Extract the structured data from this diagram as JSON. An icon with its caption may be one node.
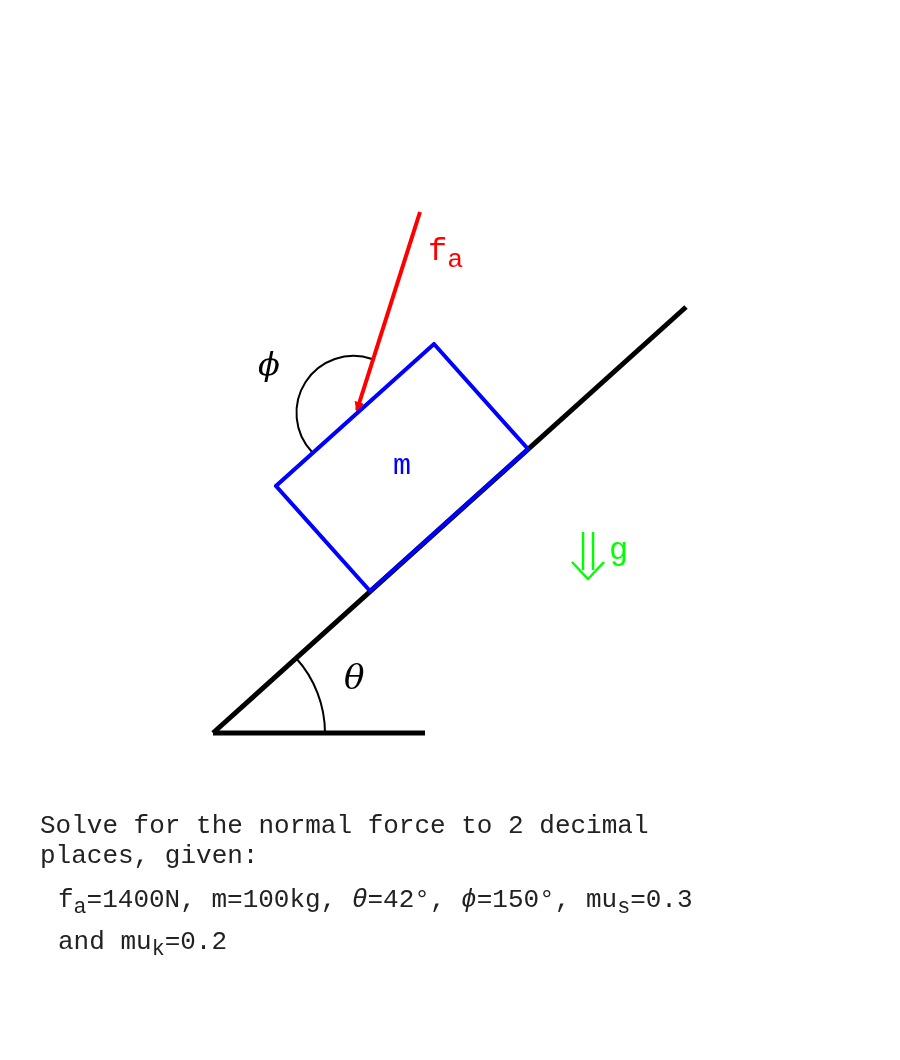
{
  "diagram": {
    "nodes": [
      {
        "text": [
          "m"
        ]
      }
    ],
    "labels": [
      "f$_{a}$",
      "ϕ",
      "g",
      "θ",
      "Solve for the normal force to 2 decimal places, given:",
      "f$_{a}$=1400N, m=100kg, *θ*=42°, *ϕ*=150°, mu$_{s}$=0.3 and mu$_{k}$=0.2"
    ]
  }
}
